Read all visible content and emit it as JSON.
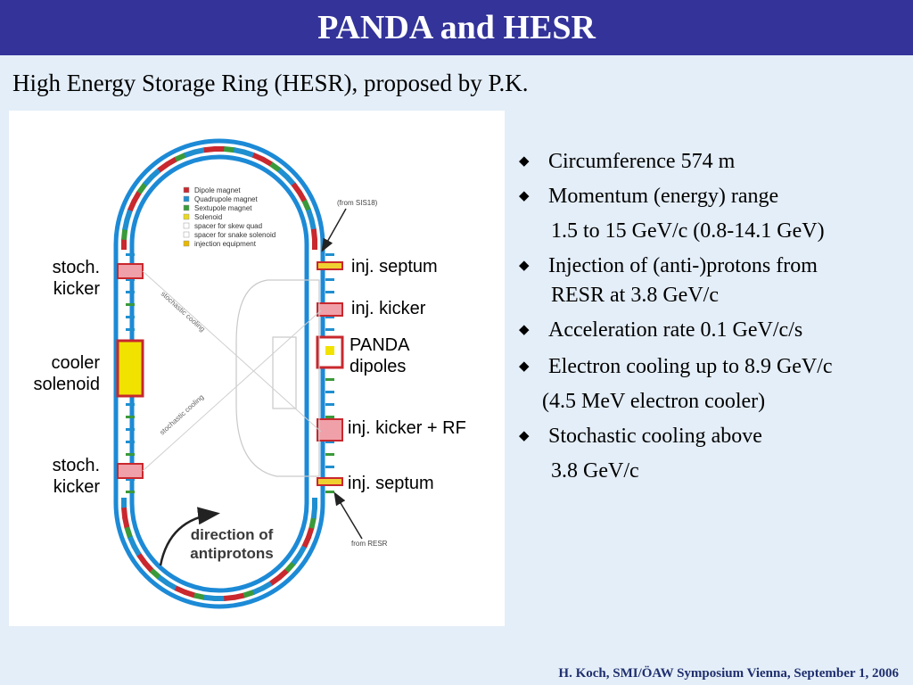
{
  "slide": {
    "title": "PANDA and HESR",
    "subtitle": "High Energy Storage Ring (HESR), proposed by P.K.",
    "footer": "H. Koch, SMI/ÖAW Symposium Vienna, September 1, 2006"
  },
  "diagram": {
    "legend": [
      {
        "label": "Dipole magnet",
        "color": "#c8282e"
      },
      {
        "label": "Quadrupole magnet",
        "color": "#1f8fd0"
      },
      {
        "label": "Sextupole magnet",
        "color": "#3a9a3a"
      },
      {
        "label": "Solenoid",
        "color": "#e8d820"
      },
      {
        "label": "spacer for skew quad",
        "color": "#ffffff"
      },
      {
        "label": "spacer for snake solenoid",
        "color": "#ffffff"
      },
      {
        "label": "injection equipment",
        "color": "#e8b800"
      }
    ],
    "small_labels": {
      "from_sis18": "(from SIS18)",
      "from_resr": "from RESR",
      "cooling_upper": "stochastic cooling",
      "cooling_lower": "stochastic cooling"
    },
    "direction_line1": "direction of",
    "direction_line2": "antiprotons",
    "left_labels": {
      "stoch_kicker_top_1": "stoch.",
      "stoch_kicker_top_2": "kicker",
      "cooler_1": "cooler",
      "cooler_2": "solenoid",
      "stoch_kicker_bottom_1": "stoch.",
      "stoch_kicker_bottom_2": "kicker"
    },
    "right_labels": {
      "inj_septum_top": "inj. septum",
      "inj_kicker": "inj. kicker",
      "panda_1": "PANDA",
      "panda_2": "dipoles",
      "inj_kicker_rf": "inj. kicker + RF",
      "inj_septum_bottom": "inj. septum"
    }
  },
  "bullets": [
    {
      "mark": "◆",
      "text": "Circumference 574 m",
      "kind": "main"
    },
    {
      "mark": "◆",
      "text": "Momentum (energy) range",
      "kind": "main"
    },
    {
      "mark": "",
      "text": "1.5 to 15 GeV/c (0.8-14.1 GeV)",
      "kind": "cont"
    },
    {
      "mark": "◆",
      "text": "Injection of (anti-)protons from",
      "kind": "main"
    },
    {
      "mark": "",
      "text": "RESR at 3.8 GeV/c",
      "kind": "cont"
    },
    {
      "mark": "◆",
      "text": "Acceleration rate 0.1 GeV/c/s",
      "kind": "main"
    },
    {
      "mark": "◆",
      "text": "Electron cooling up to 8.9 GeV/c",
      "kind": "main"
    },
    {
      "mark": "",
      "text": "(4.5 MeV electron cooler)",
      "kind": "cont2"
    },
    {
      "mark": "◆",
      "text": "Stochastic cooling above",
      "kind": "main"
    },
    {
      "mark": "",
      "text": "3.8 GeV/c",
      "kind": "cont"
    }
  ]
}
